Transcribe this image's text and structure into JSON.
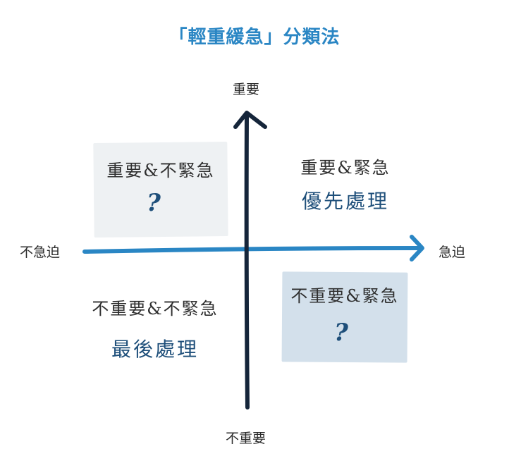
{
  "title": "「輕重緩急」分類法",
  "axes": {
    "top": "重要",
    "bottom": "不重要",
    "left": "不急迫",
    "right": "急迫"
  },
  "quadrants": {
    "top_left": {
      "heading": "重要&不緊急",
      "action": "?"
    },
    "top_right": {
      "heading": "重要&緊急",
      "action": "優先處理"
    },
    "bottom_left": {
      "heading": "不重要&不緊急",
      "action": "最後處理"
    },
    "bottom_right": {
      "heading": "不重要&緊急",
      "action": "?"
    }
  },
  "colors": {
    "title": "#2a86c4",
    "horizontal_axis": "#2a86c4",
    "vertical_axis": "#15253a",
    "top_left_box": "#eef1f3",
    "bottom_right_box": "#d3e0eb",
    "emphasis_text": "#1e4f7a"
  }
}
